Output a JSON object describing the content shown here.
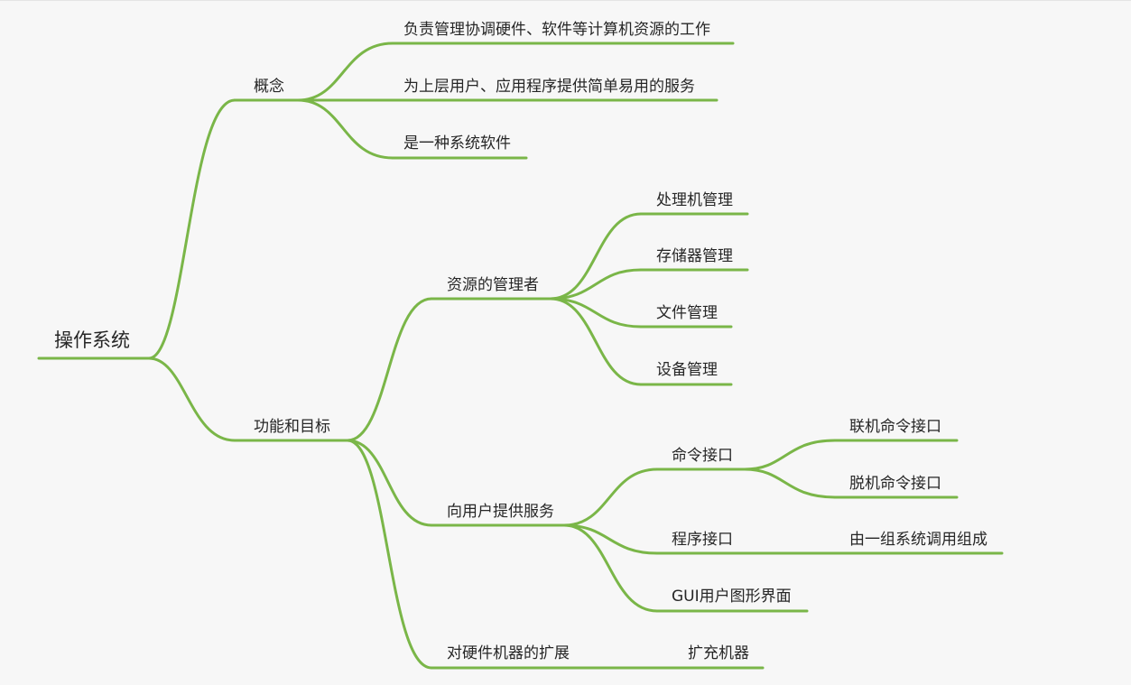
{
  "root": "操作系统",
  "concept": {
    "label": "概念",
    "items": [
      "负责管理协调硬件、软件等计算机资源的工作",
      "为上层用户、应用程序提供简单易用的服务",
      "是一种系统软件"
    ]
  },
  "function": {
    "label": "功能和目标",
    "resource_manager": {
      "label": "资源的管理者",
      "items": [
        "处理机管理",
        "存储器管理",
        "文件管理",
        "设备管理"
      ]
    },
    "user_service": {
      "label": "向用户提供服务",
      "command_interface": {
        "label": "命令接口",
        "items": [
          "联机命令接口",
          "脱机命令接口"
        ]
      },
      "program_interface": {
        "label": "程序接口",
        "detail": "由一组系统调用组成"
      },
      "gui": "GUI用户图形界面"
    },
    "hardware_extension": {
      "label": "对硬件机器的扩展",
      "detail": "扩充机器"
    }
  },
  "colors": {
    "branch": "#7ab648",
    "text": "#262626",
    "background": "#f7f7f7"
  }
}
